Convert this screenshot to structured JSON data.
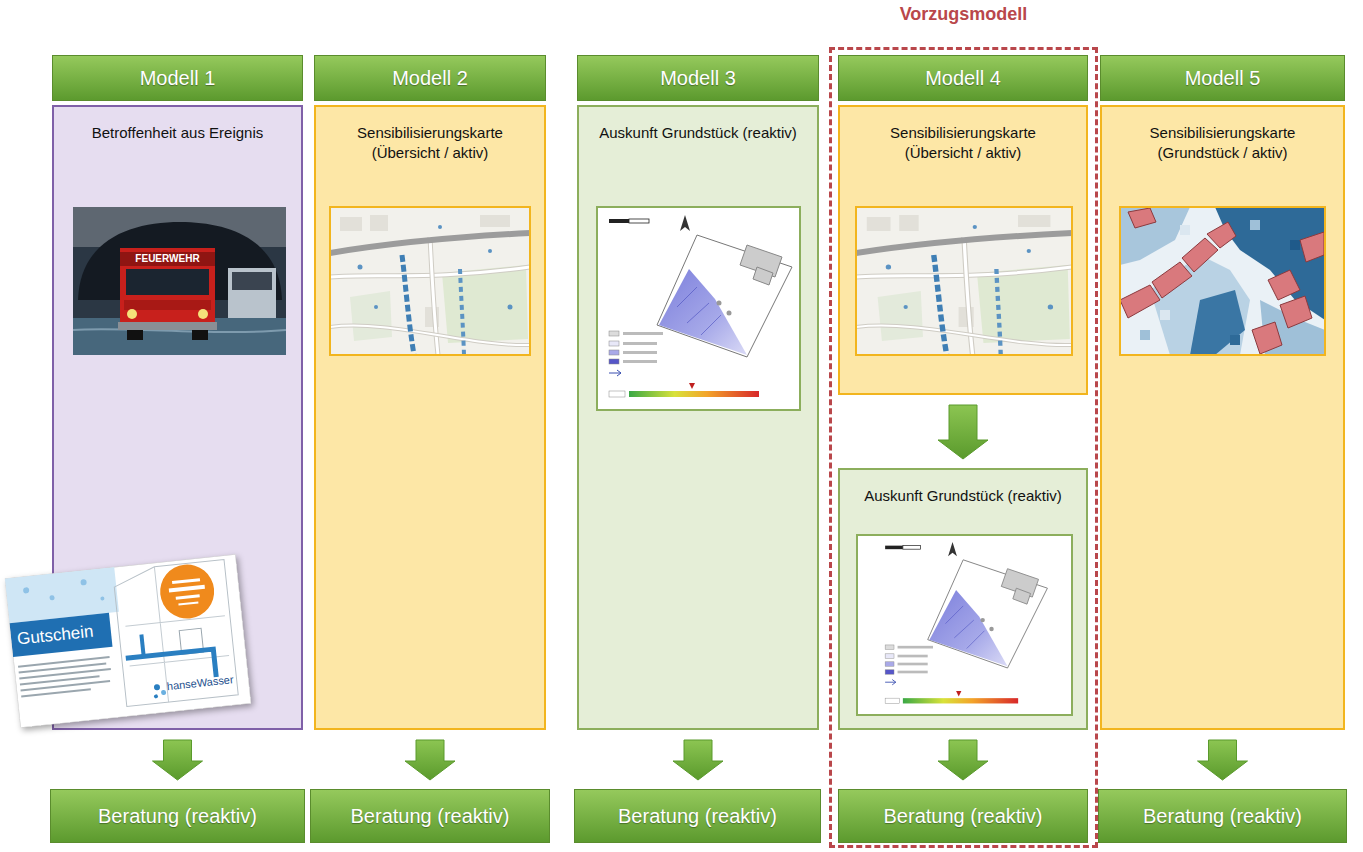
{
  "diagram": {
    "nodes": [
      {
        "text": [
          "Modell 1"
        ]
      },
      {
        "text": [
          "Betroffenheit aus Ereignis"
        ]
      },
      {
        "text": [
          "Beratung (reaktiv)"
        ]
      },
      {
        "text": [
          "Modell 2"
        ]
      },
      {
        "text": [
          "Sensibilisierungskarte (Übersicht / aktiv)"
        ]
      },
      {
        "text": [
          "Beratung (reaktiv)"
        ]
      },
      {
        "text": [
          "Modell 3"
        ]
      },
      {
        "text": [
          "Auskunft Grundstück (reaktiv)"
        ]
      },
      {
        "text": [
          "Beratung (reaktiv)"
        ]
      },
      {
        "text": [
          "Vorzugsmodell"
        ]
      },
      {
        "text": [
          "Modell 4"
        ],
        "in": 9
      },
      {
        "text": [
          "Sensibilisierungskarte (Übersicht / aktiv)"
        ],
        "in": 9
      },
      {
        "text": [
          "Auskunft Grundstück (reaktiv)"
        ],
        "in": 9
      },
      {
        "text": [
          "Beratung (reaktiv)"
        ],
        "in": 9
      },
      {
        "text": [
          "Modell 5"
        ]
      },
      {
        "text": [
          "Sensibilisierungskarte (Grundstück / aktiv)"
        ]
      },
      {
        "text": [
          "Beratung (reaktiv)"
        ]
      }
    ],
    "edges": [
      {
        "from": 1,
        "to": 2,
        "arrow": "to"
      },
      {
        "from": 4,
        "to": 5,
        "arrow": "to"
      },
      {
        "from": 7,
        "to": 8,
        "arrow": "to"
      },
      {
        "from": 11,
        "to": 12,
        "arrow": "to"
      },
      {
        "from": 12,
        "to": 13,
        "arrow": "to"
      },
      {
        "from": 15,
        "to": 16,
        "arrow": "to"
      }
    ],
    "labels": [
      "FEUERWEHR",
      "Gutschein",
      "hanseWasser"
    ]
  }
}
